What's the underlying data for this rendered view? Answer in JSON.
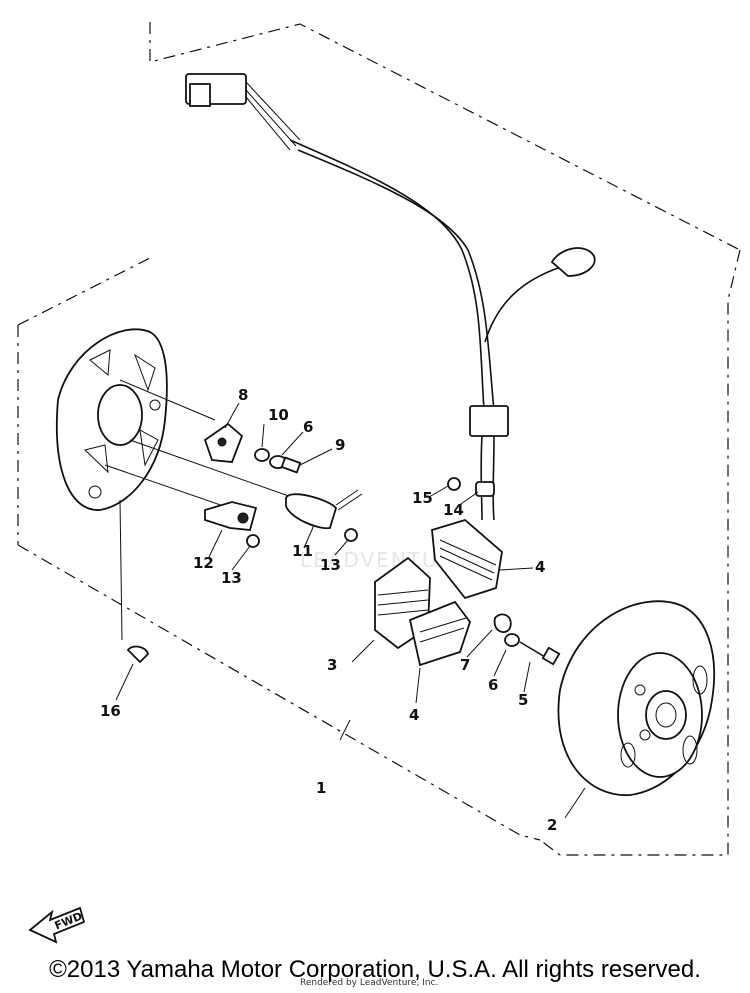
{
  "callouts": [
    "1",
    "2",
    "3",
    "4",
    "4",
    "5",
    "6",
    "6",
    "7",
    "8",
    "9",
    "10",
    "11",
    "12",
    "13",
    "13",
    "14",
    "15",
    "16"
  ],
  "arrow_label": "FWD",
  "watermark": "LEADVENTURE",
  "footer": {
    "copyright": "©2013 Yamaha Motor Corporation, U.S.A. All rights reserved.",
    "rendered_by": "Rendered by LeadVenture, Inc."
  }
}
